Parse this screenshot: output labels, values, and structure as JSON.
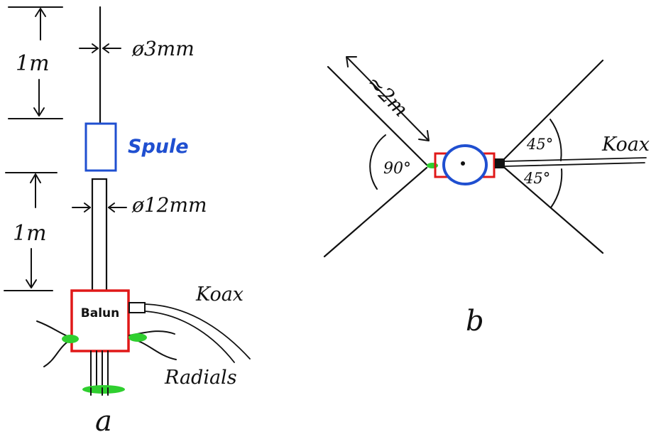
{
  "colors": {
    "ink": "#111111",
    "coil": "#1f4fd0",
    "balun": "#e01818",
    "joint": "#2fcf2f"
  },
  "diagram_a": {
    "caption": "a",
    "dim_top_length": "1m",
    "dim_top_diameter": "ø3mm",
    "coil_label": "Spule",
    "dim_bottom_length": "1m",
    "dim_bottom_diameter": "ø12mm",
    "balun_label": "Balun",
    "coax_label": "Koax",
    "radials_label": "Radials"
  },
  "diagram_b": {
    "caption": "b",
    "arm_length": "≈2m",
    "angle_between_arms": "90°",
    "angle_upper": "45°",
    "angle_lower": "45°",
    "coax_label": "Koax"
  }
}
